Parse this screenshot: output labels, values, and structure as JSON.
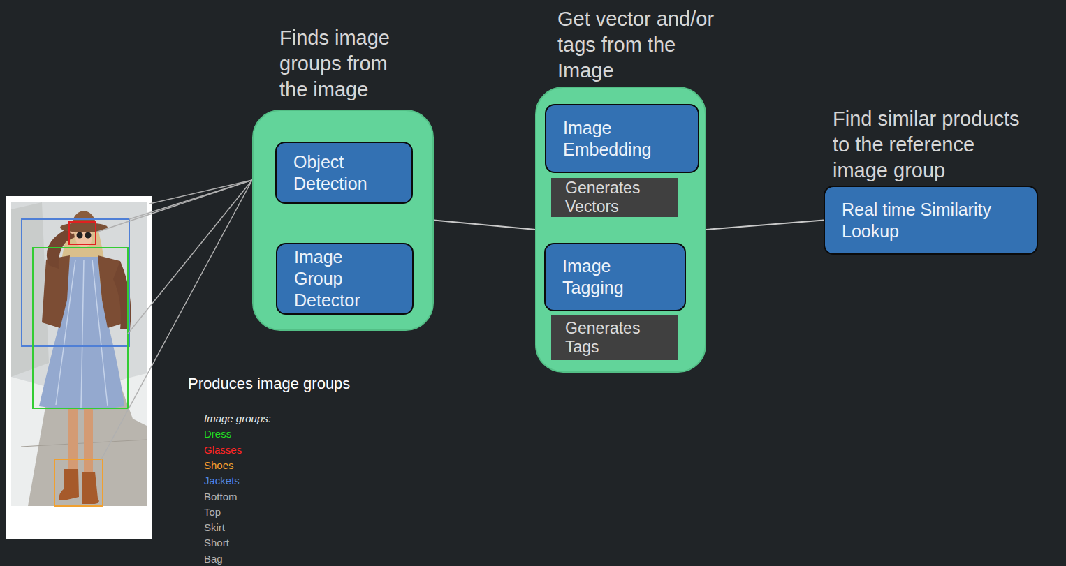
{
  "diagram": {
    "nodes": [
      {
        "text": [
          "Finds image groups from the image"
        ]
      },
      {
        "text": [
          "Object Detection"
        ],
        "in": 0
      },
      {
        "text": [
          "Image Group Detector"
        ],
        "in": 0
      },
      {
        "text": [
          "Get vector and/or tags from the Image"
        ]
      },
      {
        "text": [
          "Image Embedding"
        ],
        "in": 3
      },
      {
        "text": [
          "Generates Vectors"
        ],
        "in": 3
      },
      {
        "text": [
          "Image Tagging"
        ],
        "in": 3
      },
      {
        "text": [
          "Generates Tags"
        ],
        "in": 3
      },
      {
        "text": [
          "Find similar products to the reference image group",
          "Real time Similarity Lookup"
        ]
      }
    ],
    "edges": [
      {
        "from": 0,
        "to": 3,
        "arrow": "none"
      },
      {
        "from": 3,
        "to": 8,
        "arrow": "none"
      }
    ],
    "labels": [
      "Produces image groups",
      "Image groups:",
      "Dress",
      "Glasses",
      "Shoes",
      "Jackets",
      "Bottom",
      "Top",
      "Skirt",
      "Short",
      "Bag"
    ]
  }
}
